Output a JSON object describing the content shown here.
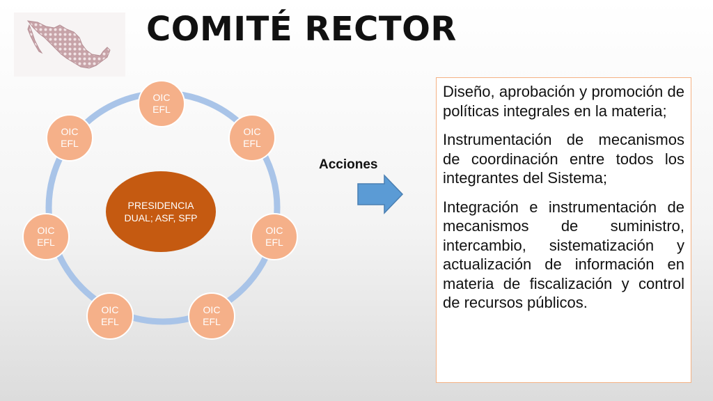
{
  "title": "COMITÉ RECTOR",
  "diagram": {
    "center": {
      "label": "PRESIDENCIA DUAL; ASF, SFP"
    },
    "nodes": [
      {
        "label": "OIC\nEFL"
      },
      {
        "label": "OIC\nEFL"
      },
      {
        "label": "OIC\nEFL"
      },
      {
        "label": "OIC\nEFL"
      },
      {
        "label": "OIC\nEFL"
      },
      {
        "label": "OIC\nEFL"
      },
      {
        "label": "OIC\nEFL"
      }
    ],
    "colors": {
      "ring": "#a9c4e8",
      "node_fill": "#f5b089",
      "center_fill": "#c55a11"
    }
  },
  "acciones_label": "Acciones",
  "arrow": {
    "color": "#5b9bd5",
    "icon": "right-arrow-icon"
  },
  "panel": {
    "border_color": "#f4b183",
    "items": [
      "Diseño, aprobación y promoción de políticas integrales en la materia;",
      "Instrumentación de mecanismos de coordinación entre todos los integrantes del Sistema;",
      "Integración e instrumentación de mecanismos de suministro, intercambio, sistematización y actualización de información en materia de fiscalización y control de recursos públicos."
    ]
  },
  "logo": {
    "icon": "mexico-map-icon"
  }
}
